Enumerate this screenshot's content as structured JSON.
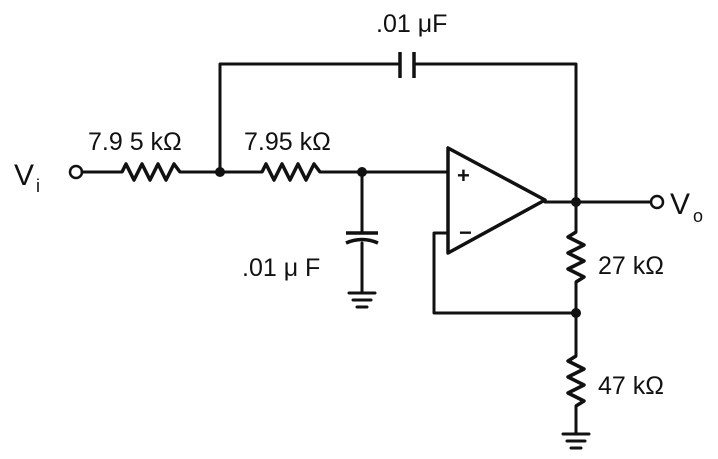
{
  "labels": {
    "input_main": "V",
    "input_sub": "i",
    "output_main": "V",
    "output_sub": "o",
    "r1": "7.9 5 kΩ",
    "r2": "7.95 kΩ",
    "c_feedback": ".01 μF",
    "c_ground": ".01 μ F",
    "r_top": "27 kΩ",
    "r_bottom": "47 kΩ",
    "opamp_plus": "+",
    "opamp_minus": "−"
  },
  "colors": {
    "ink": "#111111",
    "background": "#ffffff"
  }
}
